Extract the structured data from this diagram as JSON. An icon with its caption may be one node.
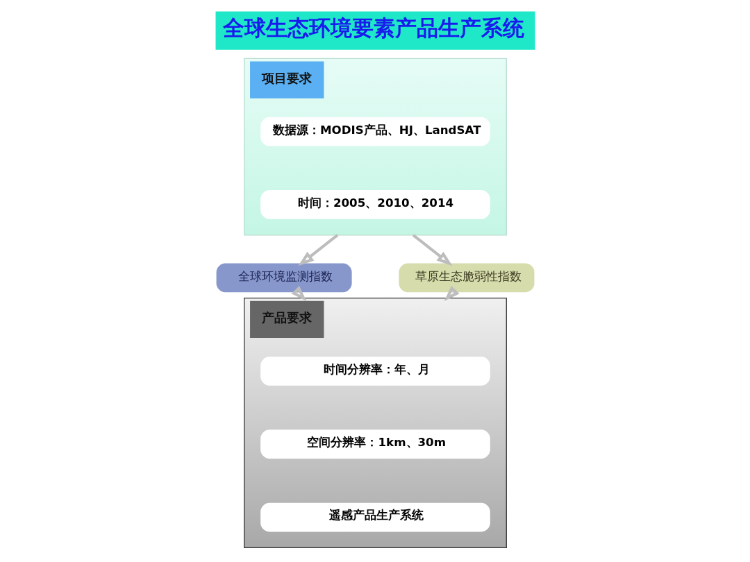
{
  "diagram": {
    "title": "全球生态环境要素产品生产系统",
    "nodes": [
      {
        "text": [
          "项目要求"
        ]
      },
      {
        "text": [
          "数据源：MODIS产品、HJ、LandSAT"
        ],
        "in": 0
      },
      {
        "text": [
          "时间：2005、2010、2014"
        ],
        "in": 0
      },
      {
        "text": [
          "全球环境监测指数"
        ]
      },
      {
        "text": [
          "草原生态脆弱性指数"
        ]
      },
      {
        "text": [
          "产品要求"
        ]
      },
      {
        "text": [
          "时间分辨率：年、月"
        ],
        "in": 5
      },
      {
        "text": [
          "空间分辨率：1km、30m"
        ],
        "in": 5
      },
      {
        "text": [
          "遥感产品生产系统"
        ],
        "in": 5
      }
    ],
    "edges": [
      {
        "from": 0,
        "to": 3,
        "arrow": "to"
      },
      {
        "from": 0,
        "to": 4,
        "arrow": "to"
      },
      {
        "from": 3,
        "to": 5,
        "arrow": "to"
      },
      {
        "from": 4,
        "to": 5,
        "arrow": "to"
      }
    ]
  }
}
